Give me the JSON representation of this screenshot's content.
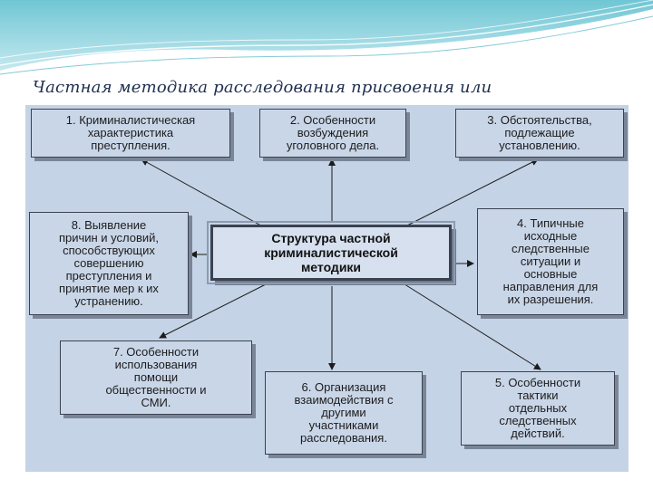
{
  "slide": {
    "title": "Частная методика расследования присвоения или"
  },
  "diagram": {
    "center": "Структура частной\nкриминалистической\nметодики",
    "boxes": [
      "1. Криминалистическая\nхарактеристика\nпреступления.",
      "2. Особенности\nвозбуждения\nуголовного дела.",
      "3. Обстоятельства,\nподлежащие\nустановлению.",
      "4. Типичные\nисходные\nследственные\nситуации и\nосновные\nнаправления для\nих разрешения.",
      "5. Особенности\nтактики\nотдельных\nследственных\nдействий.",
      "6. Организация\nвзаимодействия с\nдругими\nучастниками\nрасследования.",
      "7. Особенности\nиспользования\nпомощи\nобщественности и\nСМИ.",
      "8. Выявление\nпричин и условий,\nспособствующих\nсовершению\nпреступления и\nпринятие мер к их\nустранению."
    ]
  },
  "colors": {
    "diagram_background": "#c5d3e6",
    "box_fill": "#c9d6e8",
    "box_border": "#3a4250",
    "title_text": "#1f2f4f"
  }
}
